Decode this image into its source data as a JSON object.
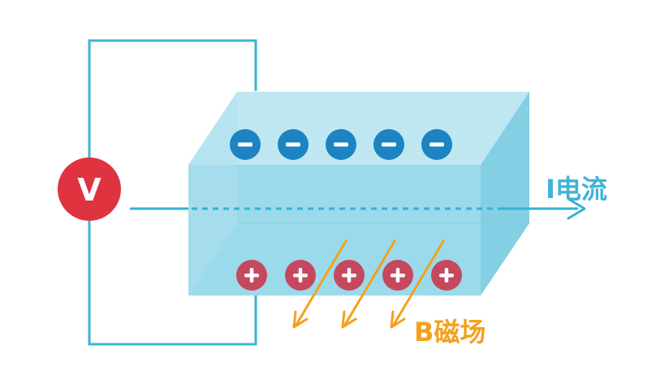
{
  "voltmeter": {
    "symbol": "V"
  },
  "labels": {
    "current": "I电流",
    "magnetic_field": "B磁场"
  },
  "charges": {
    "negative_symbol": "−",
    "positive_symbol": "+",
    "negative_count": 5,
    "positive_count": 5
  },
  "colors": {
    "wire": "#3bb4d2",
    "slab_front": "#93d7e8",
    "slab_top": "#bfe7f2",
    "slab_side": "#83cfe3",
    "negative": "#1e84c1",
    "positive": "#c6485f",
    "voltmeter": "#e03340",
    "current_arrow": "#34b1d4",
    "field_arrow": "#f3a11d",
    "current_label": "#3fb3d9",
    "field_label": "#f3a11d"
  }
}
